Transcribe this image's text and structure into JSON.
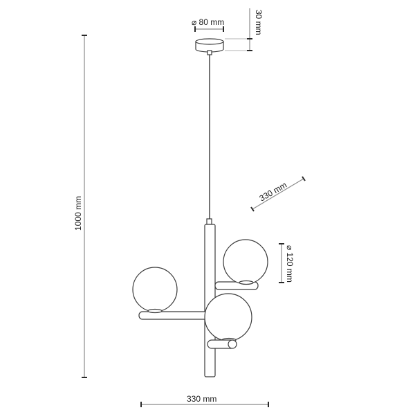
{
  "drawing": {
    "title": "Pendant lamp dimension drawing",
    "units": "mm",
    "colors": {
      "background": "#ffffff",
      "outline": "#3a3a3a",
      "dimension_line": "#8a8a8a",
      "text": "#1a1a1a"
    }
  },
  "dimensions": {
    "canopy_diameter": {
      "label": "⌀ 80 mm",
      "value": 80,
      "symbol": "⌀"
    },
    "canopy_height": {
      "label": "30 mm",
      "value": 30
    },
    "total_height": {
      "label": "1000 mm",
      "value": 1000
    },
    "depth": {
      "label": "330 mm",
      "value": 330
    },
    "globe_diameter": {
      "label": "⌀ 120 mm",
      "value": 120,
      "symbol": "⌀"
    },
    "width": {
      "label": "330 mm",
      "value": 330
    }
  },
  "components": {
    "canopy": "ceiling-canopy",
    "cable": "suspension-cable",
    "stem": "vertical-stem",
    "arms": [
      "left-arm",
      "upper-right-arm",
      "lower-right-arm"
    ],
    "globes": [
      "left-globe",
      "upper-right-globe",
      "center-globe"
    ]
  }
}
